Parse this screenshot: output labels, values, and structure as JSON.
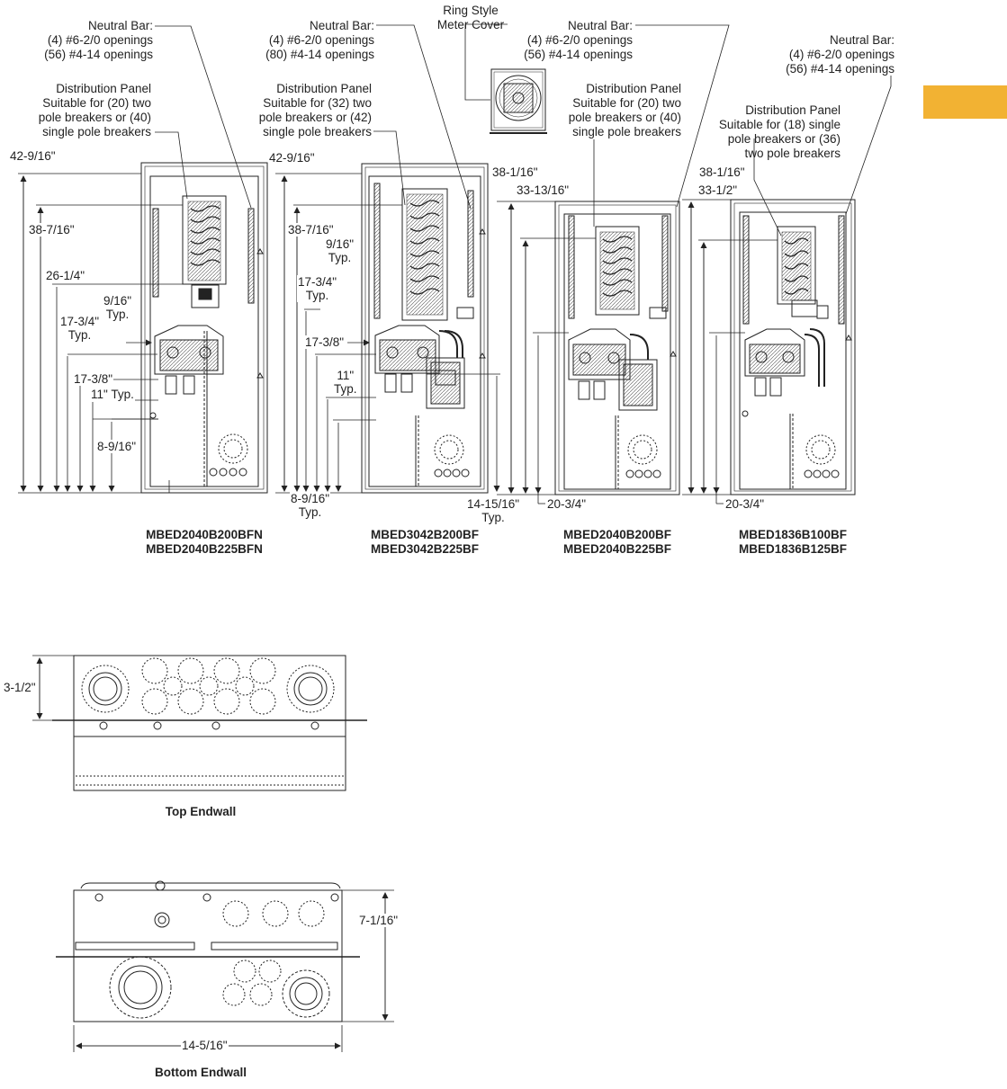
{
  "accent_color": "#F2B233",
  "meter_cover": {
    "line1": "Ring Style",
    "line2": "Meter Cover"
  },
  "panels": [
    {
      "id": "p1",
      "models": [
        "MBED2040B200BFN",
        "MBED2040B225BFN"
      ],
      "neutral_bar": [
        "Neutral Bar:",
        "(4) #6-2/0 openings",
        "(56) #4-14 openings"
      ],
      "distribution": [
        "Distribution Panel",
        "Suitable for (20) two",
        "pole breakers or (40)",
        "single pole breakers"
      ],
      "dims": {
        "height": "42-9/16\"",
        "d2": "38-7/16\"",
        "d3": "26-1/4\"",
        "d4a": "9/16\"",
        "d4b": "Typ.",
        "d5a": "17-3/4\"",
        "d5b": "Typ.",
        "d6": "17-3/8\"",
        "d7": "11\" Typ.",
        "d8": "8-9/16\""
      }
    },
    {
      "id": "p2",
      "models": [
        "MBED3042B200BF",
        "MBED3042B225BF"
      ],
      "neutral_bar": [
        "Neutral Bar:",
        "(4) #6-2/0 openings",
        "(80) #4-14 openings"
      ],
      "distribution": [
        "Distribution Panel",
        "Suitable for (32) two",
        "pole breakers or (42)",
        "single pole breakers"
      ],
      "dims": {
        "height": "42-9/16\"",
        "d2": "38-7/16\"",
        "d3a": "9/16\"",
        "d3b": "Typ.",
        "d4a": "17-3/4\"",
        "d4b": "Typ.",
        "d5": "17-3/8\"",
        "d6a": "11\"",
        "d6b": "Typ.",
        "d7a": "8-9/16\"",
        "d7b": "Typ.",
        "d8a": "14-15/16\"",
        "d8b": "Typ."
      }
    },
    {
      "id": "p3",
      "models": [
        "MBED2040B200BF",
        "MBED2040B225BF"
      ],
      "neutral_bar": [
        "Neutral Bar:",
        "(4) #6-2/0 openings",
        "(56) #4-14 openings"
      ],
      "distribution": [
        "Distribution Panel",
        "Suitable for (20) two",
        "pole breakers or (40)",
        "single pole breakers"
      ],
      "dims": {
        "height": "38-1/16\"",
        "d2": "33-13/16\"",
        "d3": "20-3/4\""
      }
    },
    {
      "id": "p4",
      "models": [
        "MBED1836B100BF",
        "MBED1836B125BF"
      ],
      "neutral_bar": [
        "Neutral Bar:",
        "(4) #6-2/0 openings",
        "(56) #4-14 openings"
      ],
      "distribution": [
        "Distribution Panel",
        "Suitable for (18) single",
        "pole breakers or (36)",
        "two pole breakers"
      ],
      "dims": {
        "height": "38-1/16\"",
        "d2": "33-1/2\"",
        "d3": "20-3/4\""
      }
    }
  ],
  "top_endwall": {
    "caption": "Top Endwall",
    "depth": "3-1/2\""
  },
  "bottom_endwall": {
    "caption": "Bottom Endwall",
    "depth": "7-1/16\"",
    "width": "14-5/16\""
  }
}
